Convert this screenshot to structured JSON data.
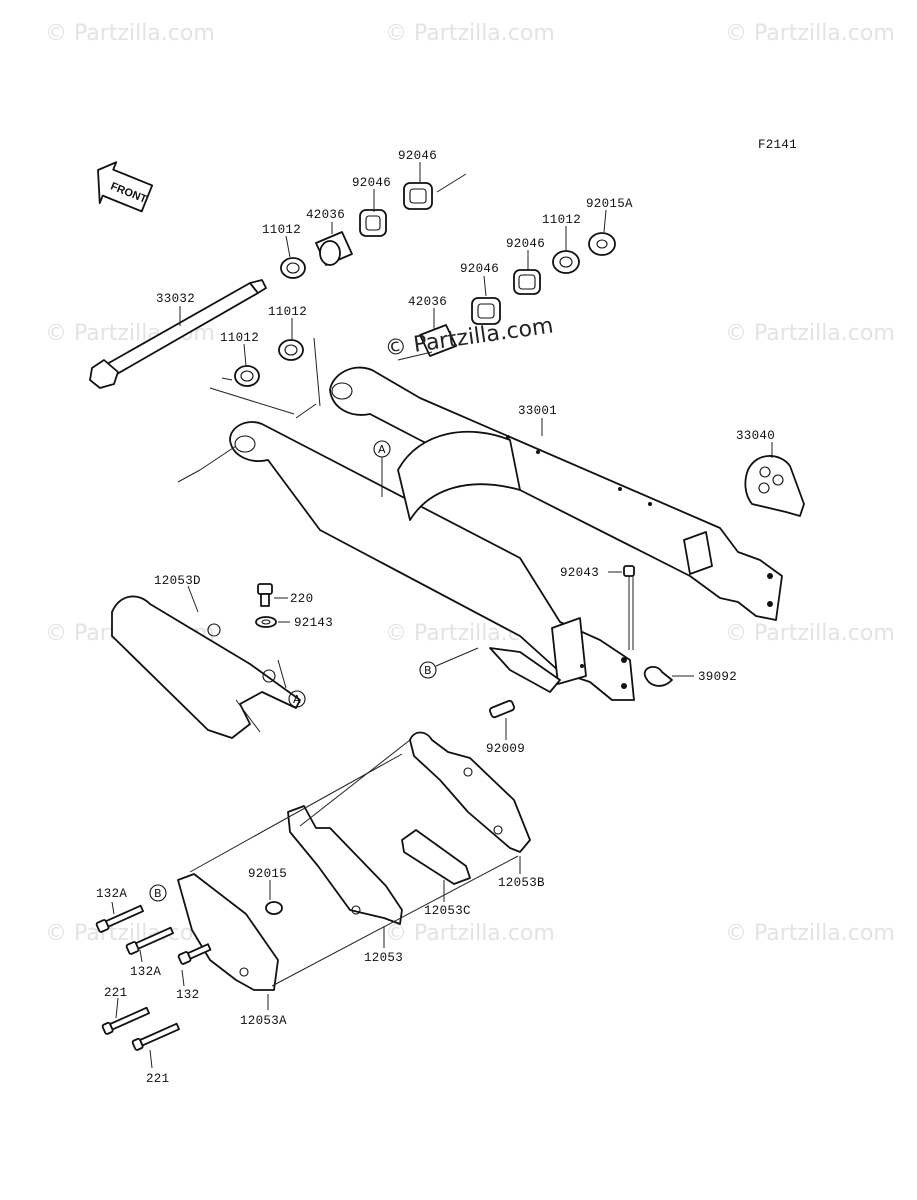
{
  "diagram_code": "F2141",
  "front_label": "FRONT",
  "watermark": "© Partzilla.com",
  "center_watermark": "© Partzilla.com",
  "ref_markers": {
    "a": "A",
    "b": "B"
  },
  "part_labels": {
    "p92046_top": "92046",
    "p92046_mid": "92046",
    "p92046_r2": "92046",
    "p92046_r1": "92046",
    "p92015A": "92015A",
    "p11012_r": "11012",
    "p11012_top": "11012",
    "p42036_top": "42036",
    "p42036_low": "42036",
    "p33032": "33032",
    "p11012_mid": "11012",
    "p11012_low": "11012",
    "p33001": "33001",
    "p33040": "33040",
    "p92043": "92043",
    "p12053D": "12053D",
    "p220": "220",
    "p92143": "92143",
    "p39092": "39092",
    "p92009": "92009",
    "p132A_1": "132A",
    "p92015": "92015",
    "p12053B": "12053B",
    "p12053C": "12053C",
    "p132A_2": "132A",
    "p132": "132",
    "p12053": "12053",
    "p221_1": "221",
    "p12053A": "12053A",
    "p221_2": "221"
  }
}
